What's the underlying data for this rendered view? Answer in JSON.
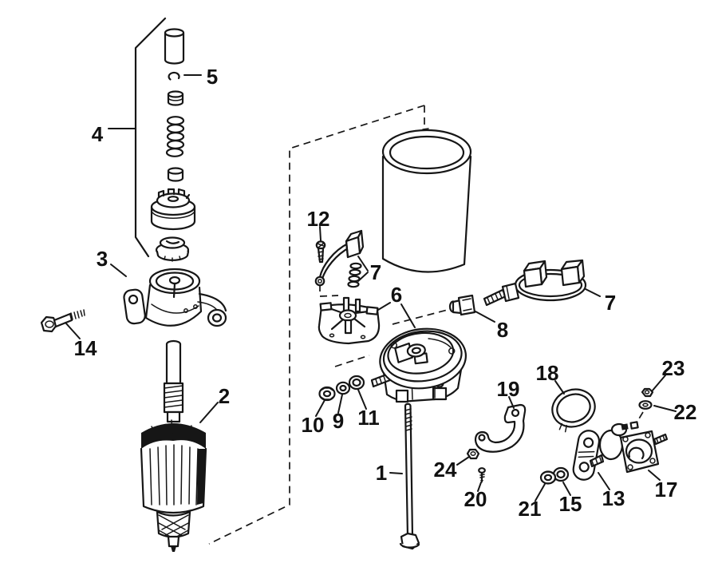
{
  "figure": {
    "type": "exploded-parts-diagram",
    "subject": "electric starter motor and solenoid line drawing",
    "background_color": "#ffffff",
    "line_color": "#161616"
  },
  "callouts": [
    {
      "id": "callout-4",
      "text": "4"
    },
    {
      "id": "callout-5",
      "text": "5"
    },
    {
      "id": "callout-3",
      "text": "3"
    },
    {
      "id": "callout-14",
      "text": "14"
    },
    {
      "id": "callout-2",
      "text": "2"
    },
    {
      "id": "callout-12",
      "text": "12"
    },
    {
      "id": "callout-7-left",
      "text": "7"
    },
    {
      "id": "callout-6",
      "text": "6"
    },
    {
      "id": "callout-8",
      "text": "8"
    },
    {
      "id": "callout-7-right",
      "text": "7"
    },
    {
      "id": "callout-10",
      "text": "10"
    },
    {
      "id": "callout-9",
      "text": "9"
    },
    {
      "id": "callout-11",
      "text": "11"
    },
    {
      "id": "callout-1",
      "text": "1"
    },
    {
      "id": "callout-19",
      "text": "19"
    },
    {
      "id": "callout-24",
      "text": "24"
    },
    {
      "id": "callout-20",
      "text": "20"
    },
    {
      "id": "callout-18",
      "text": "18"
    },
    {
      "id": "callout-21",
      "text": "21"
    },
    {
      "id": "callout-15",
      "text": "15"
    },
    {
      "id": "callout-13",
      "text": "13"
    },
    {
      "id": "callout-17",
      "text": "17"
    },
    {
      "id": "callout-23",
      "text": "23"
    },
    {
      "id": "callout-22",
      "text": "22"
    }
  ]
}
